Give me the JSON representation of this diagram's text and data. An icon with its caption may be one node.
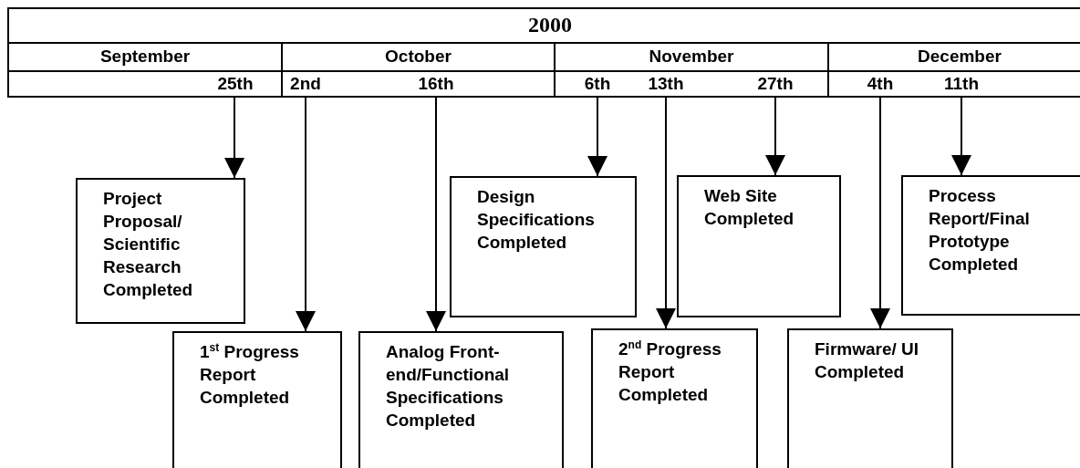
{
  "diagram": {
    "nodes": [
      {
        "text": [
          "25th"
        ]
      },
      {
        "text": [
          "2nd"
        ]
      },
      {
        "text": [
          "16th"
        ]
      },
      {
        "text": [
          "6th"
        ]
      },
      {
        "text": [
          "13th"
        ]
      },
      {
        "text": [
          "27th"
        ]
      },
      {
        "text": [
          "4th"
        ]
      },
      {
        "text": [
          "11th"
        ]
      },
      {
        "text": [
          "Project Proposal/ Scientific Research Completed"
        ]
      },
      {
        "text": [
          "1$^{st}$ Progress Report Completed"
        ]
      },
      {
        "text": [
          "Analog Front-end/Functional Specifications Completed"
        ]
      },
      {
        "text": [
          "Design Specifications Completed"
        ]
      },
      {
        "text": [
          "2$^{nd}$ Progress Report Completed"
        ]
      },
      {
        "text": [
          "Web Site Completed"
        ]
      },
      {
        "text": [
          "Firmware/ UI Completed"
        ]
      },
      {
        "text": [
          "Process Report/Final Prototype Completed"
        ]
      }
    ],
    "edges": [
      {
        "from": 0,
        "to": 8,
        "arrow": "to"
      },
      {
        "from": 1,
        "to": 9,
        "arrow": "to"
      },
      {
        "from": 2,
        "to": 10,
        "arrow": "to"
      },
      {
        "from": 3,
        "to": 11,
        "arrow": "to"
      },
      {
        "from": 4,
        "to": 12,
        "arrow": "to"
      },
      {
        "from": 5,
        "to": 13,
        "arrow": "to"
      },
      {
        "from": 6,
        "to": 14,
        "arrow": "to"
      },
      {
        "from": 7,
        "to": 15,
        "arrow": "to"
      }
    ],
    "labels": [
      "2000",
      "September",
      "October",
      "November",
      "December"
    ]
  }
}
